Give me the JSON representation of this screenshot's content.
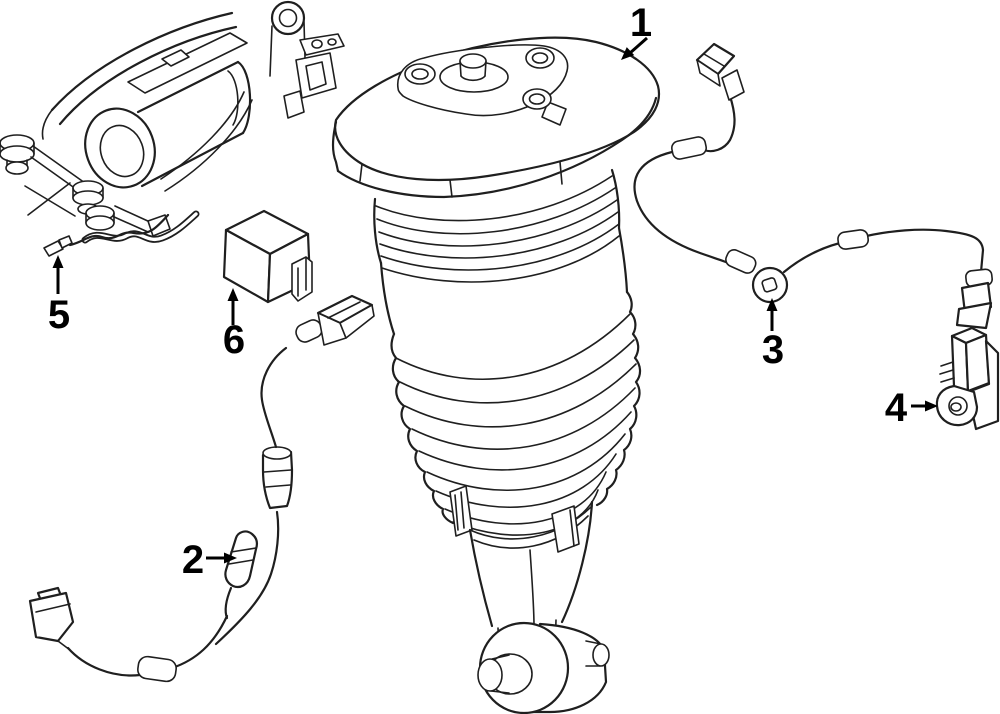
{
  "diagram": {
    "background_color": "#ffffff",
    "line_color": "#1f1f1f",
    "label_color": "#000000",
    "callouts": [
      {
        "label": "1"
      },
      {
        "label": "2"
      },
      {
        "label": "3"
      },
      {
        "label": "4"
      },
      {
        "label": "5"
      },
      {
        "label": "6"
      }
    ]
  }
}
